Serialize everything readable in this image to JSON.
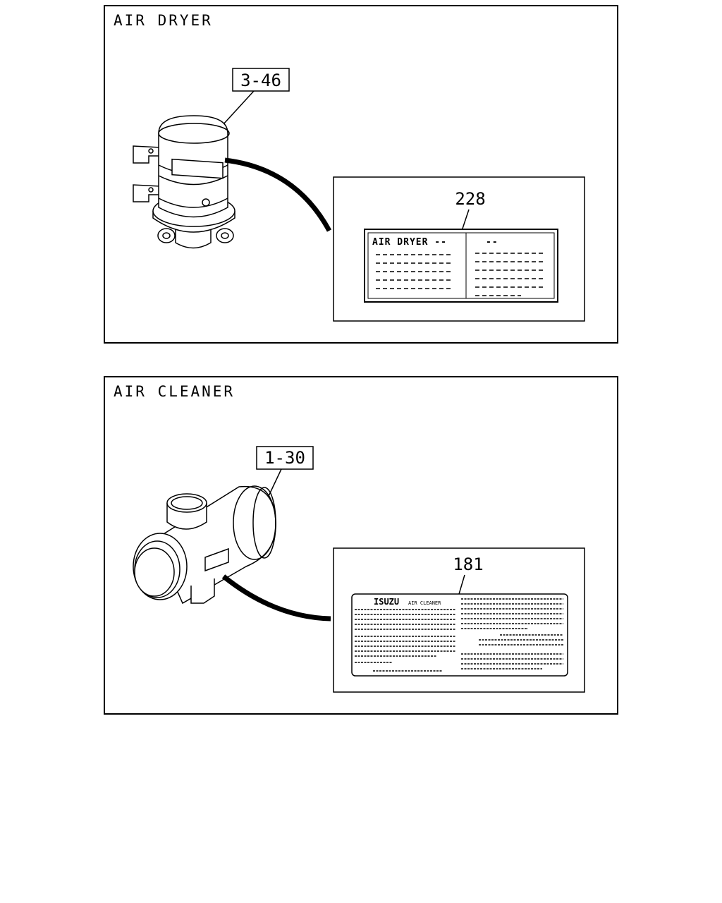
{
  "panels": [
    {
      "title": "AIR DRYER",
      "part_ref": "3-46",
      "label_ref": "228",
      "label_heading": "AIR DRYER --",
      "label_heading_right": "--"
    },
    {
      "title": "AIR CLEANER",
      "part_ref": "1-30",
      "label_ref": "181",
      "label_brand": "ISUZU",
      "label_heading": "AIR CLEANER"
    }
  ]
}
